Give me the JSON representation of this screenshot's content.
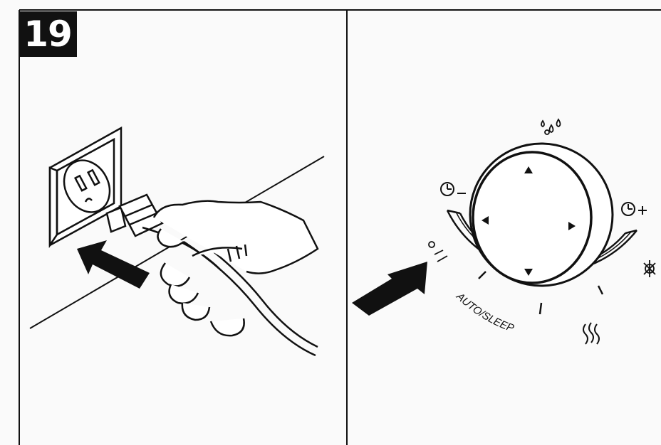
{
  "step": {
    "number": "19"
  },
  "dial": {
    "mode_label": "AUTO/SLEEP",
    "icons": {
      "top": "dehumidify-drops-icon",
      "left": "timer-minus-icon",
      "right": "timer-plus-icon",
      "right_outer": "fan-snowflake-icon",
      "bottom_right": "heat-waves-icon",
      "left_small": "off-circle-icon"
    },
    "arrows": [
      "up-arrow-icon",
      "left-arrow-icon",
      "right-arrow-icon",
      "down-arrow-icon"
    ]
  },
  "left_panel": {
    "scene": [
      "wall-outlet",
      "plug",
      "hand",
      "insert-arrow"
    ]
  },
  "colors": {
    "ink": "#111111",
    "paper": "#fafafa"
  }
}
